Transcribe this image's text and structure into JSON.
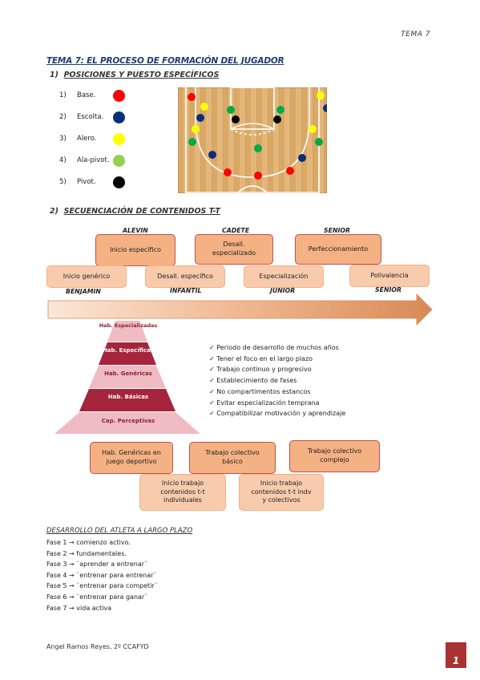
{
  "header": {
    "tema": "TEMA 7"
  },
  "title": "TEMA 7: EL PROCESO DE FORMACIÓN DEL JUGADOR",
  "section1": {
    "number": "1)",
    "heading": "POSICIONES Y PUESTO ESPECÍFICOS",
    "positions": [
      {
        "num": "1)",
        "label": "Base.",
        "color": "#ff0000"
      },
      {
        "num": "2)",
        "label": "Escolta.",
        "color": "#0b2e7a"
      },
      {
        "num": "3)",
        "label": "Alero.",
        "color": "#ffff00"
      },
      {
        "num": "4)",
        "label": "Ala-pivot.",
        "color": "#92d050"
      },
      {
        "num": "5)",
        "label": "Pivot.",
        "color": "#000000"
      }
    ]
  },
  "section2": {
    "number": "2)",
    "heading": "SECUENCIACIÓN DE CONTENIDOS T-T",
    "top_labels": [
      "ALEVIN",
      "CADETE",
      "SENIOR"
    ],
    "top_boxes": [
      "Inicio específico",
      "Desall. especializado",
      "Perfeccionamiento"
    ],
    "bottom_boxes": [
      "Inicio genérico",
      "Desall. específico",
      "Especialización",
      "Polivalencia"
    ],
    "bottom_labels": [
      "BENJAMIN",
      "INFANTIL",
      "JUNIOR",
      "SENIOR"
    ]
  },
  "pyramid": [
    "Hab. Especializadas",
    "Hab. Específicas",
    "Hab. Genéricas",
    "Hab. Básicas",
    "Cap. Perceptivas"
  ],
  "checklist": [
    "Periodo de desarrollo de muchos años",
    "Tener el foco en el largo plazo",
    "Trabajo continuo y progresivo",
    "Establecimiento de fases",
    "No compartimentos estancos",
    "Evitar especialización temprana",
    "Compatibilizar motivación y aprendizaje"
  ],
  "work_boxes_top": [
    "Hab. Genéricas en juego deportivo",
    "Trabajo colectivo básico",
    "Trabajo colectivo complejo"
  ],
  "work_boxes_bottom": [
    "Inicio trabajo contenidos t-t individuales",
    "Inicio trabajo contenidos t-t indv y colectivos"
  ],
  "development": {
    "heading": "DESARROLLO DEL ATLETA A LARGO PLAZO",
    "phases": [
      "Fase 1 → comienzo activo.",
      "Fase 2 → fundamentales.",
      "Fase 3 → ¨aprender a entrenar¨",
      "Fase 4 → ¨entrenar para entrenar¨",
      "Fase 5 → ¨entrenar para competir¨",
      "Fase 6 → ¨entrenar para ganar¨",
      "Fase 7 → vida activa"
    ]
  },
  "footer": {
    "author": "Angel Ramos Reyes, 2º CCAFYD",
    "page": "1"
  },
  "colors": {
    "box_dark": "#f4b183",
    "box_light": "#f8cbad",
    "pyr_dark": "#a5253c",
    "pyr_light": "#efbcc4",
    "court": "#e0b377"
  }
}
